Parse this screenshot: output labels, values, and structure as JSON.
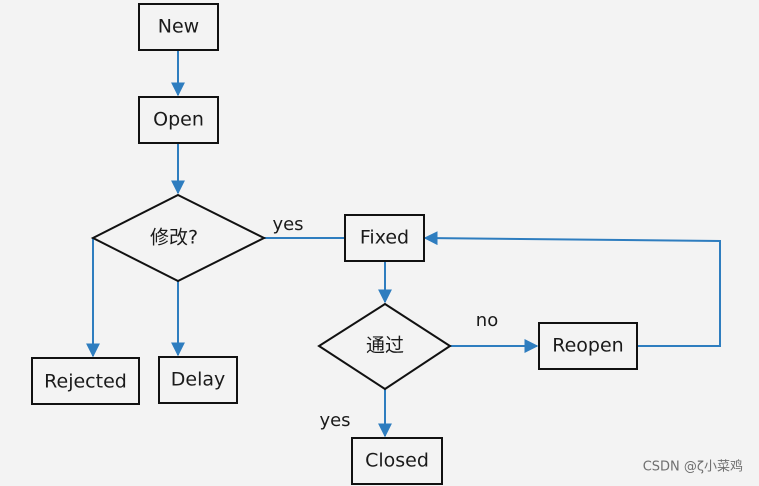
{
  "diagram": {
    "nodes": {
      "new": "New",
      "open": "Open",
      "modify_decision": "修改?",
      "fixed": "Fixed",
      "rejected": "Rejected",
      "delay": "Delay",
      "pass_decision": "通过",
      "reopen": "Reopen",
      "closed": "Closed"
    },
    "edge_labels": {
      "modify_yes": "yes",
      "pass_no": "no",
      "pass_yes": "yes"
    },
    "colors": {
      "edge": "#2e7dbf",
      "border": "#111111",
      "background": "#f3f3f3"
    }
  },
  "watermark": {
    "text": "CSDN @ζ小菜鸡"
  }
}
